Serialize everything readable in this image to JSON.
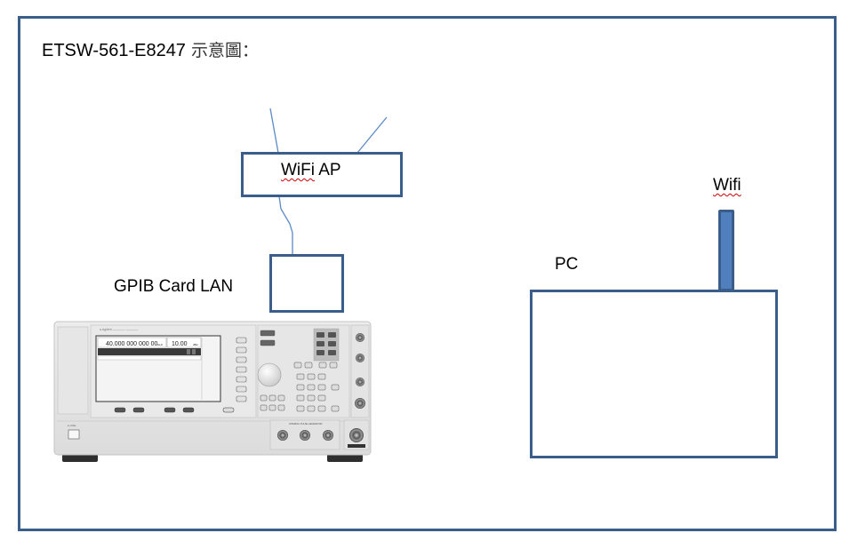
{
  "diagram": {
    "title": "ETSW-561-E8247",
    "title_cjk": "示意圖：",
    "nodes": {
      "wifi_ap": {
        "label_part1": "WiFi",
        "label_part2": " AP"
      },
      "gpib_card": {
        "label": "GPIB Card LAN"
      },
      "pc": {
        "label": "PC"
      },
      "pc_wifi": {
        "label": "Wifi"
      },
      "instrument": {
        "frequency_readout": "40.000 000 000 00",
        "frequency_unit": "GHz",
        "amplitude_readout": "10.00",
        "amplitude_unit": "dBm"
      }
    },
    "colors": {
      "border": "#3b5d8a",
      "antenna_fill": "#4f7fbd",
      "line": "#5b8ac7",
      "spell_underline": "#d00000"
    }
  }
}
